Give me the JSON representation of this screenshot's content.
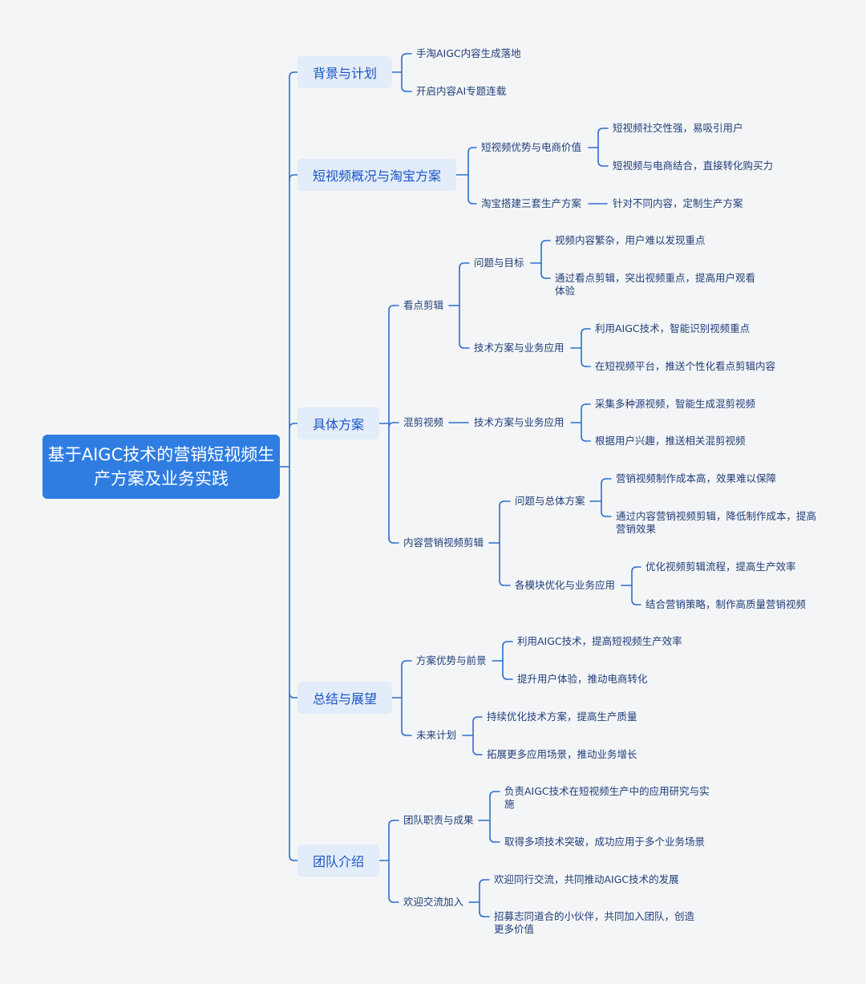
{
  "colors": {
    "line": "#2d6fd1",
    "root_bg": "#2f7de1",
    "branch_bg": "#e3ecf9",
    "text": "#1f3e78",
    "background": "#f4f5f7"
  },
  "mindmap": {
    "root": {
      "label": "基于AIGC技术的营销短视频生产方案及业务实践"
    },
    "sections": [
      {
        "label": "背景与计划",
        "children": [
          {
            "label": "手淘AIGC内容生成落地"
          },
          {
            "label": "开启内容AI专题连载"
          }
        ]
      },
      {
        "label": "短视频概况与淘宝方案",
        "children": [
          {
            "label": "短视频优势与电商价值",
            "children": [
              {
                "label": "短视频社交性强，易吸引用户"
              },
              {
                "label": "短视频与电商结合，直接转化购买力"
              }
            ]
          },
          {
            "label": "淘宝搭建三套生产方案",
            "children": [
              {
                "label": "针对不同内容，定制生产方案"
              }
            ]
          }
        ]
      },
      {
        "label": "具体方案",
        "children": [
          {
            "label": "看点剪辑",
            "children": [
              {
                "label": "问题与目标",
                "children": [
                  {
                    "label": "视频内容繁杂，用户难以发现重点"
                  },
                  {
                    "label": "通过看点剪辑，突出视频重点，提高用户观看体验"
                  }
                ]
              },
              {
                "label": "技术方案与业务应用",
                "children": [
                  {
                    "label": "利用AIGC技术，智能识别视频重点"
                  },
                  {
                    "label": "在短视频平台，推送个性化看点剪辑内容"
                  }
                ]
              }
            ]
          },
          {
            "label": "混剪视频",
            "children": [
              {
                "label": "技术方案与业务应用",
                "children": [
                  {
                    "label": "采集多种源视频，智能生成混剪视频"
                  },
                  {
                    "label": "根据用户兴趣，推送相关混剪视频"
                  }
                ]
              }
            ]
          },
          {
            "label": "内容营销视频剪辑",
            "children": [
              {
                "label": "问题与总体方案",
                "children": [
                  {
                    "label": "营销视频制作成本高，效果难以保障"
                  },
                  {
                    "label": "通过内容营销视频剪辑，降低制作成本，提高营销效果"
                  }
                ]
              },
              {
                "label": "各模块优化与业务应用",
                "children": [
                  {
                    "label": "优化视频剪辑流程，提高生产效率"
                  },
                  {
                    "label": "结合营销策略，制作高质量营销视频"
                  }
                ]
              }
            ]
          }
        ]
      },
      {
        "label": "总结与展望",
        "children": [
          {
            "label": "方案优势与前景",
            "children": [
              {
                "label": "利用AIGC技术，提高短视频生产效率"
              },
              {
                "label": "提升用户体验，推动电商转化"
              }
            ]
          },
          {
            "label": "未来计划",
            "children": [
              {
                "label": "持续优化技术方案，提高生产质量"
              },
              {
                "label": "拓展更多应用场景，推动业务增长"
              }
            ]
          }
        ]
      },
      {
        "label": "团队介绍",
        "children": [
          {
            "label": "团队职责与成果",
            "children": [
              {
                "label": "负责AIGC技术在短视频生产中的应用研究与实施"
              },
              {
                "label": "取得多项技术突破，成功应用于多个业务场景"
              }
            ]
          },
          {
            "label": "欢迎交流加入",
            "children": [
              {
                "label": "欢迎同行交流，共同推动AIGC技术的发展"
              },
              {
                "label": "招募志同道合的小伙伴，共同加入团队，创造更多价值"
              }
            ]
          }
        ]
      }
    ]
  }
}
